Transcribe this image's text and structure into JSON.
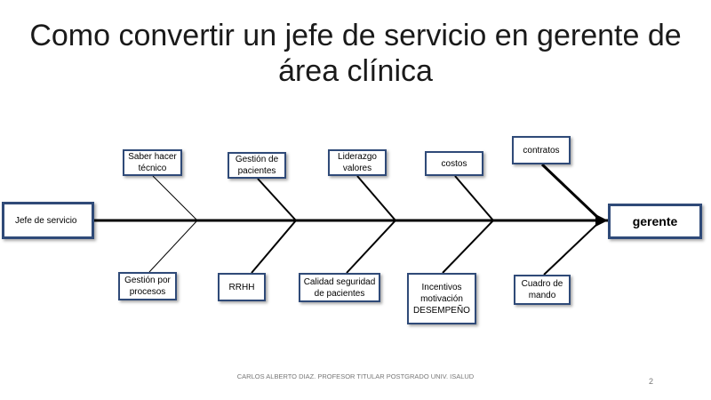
{
  "title": "Como convertir un jefe de servicio en gerente de área clínica",
  "diagram": {
    "start": "Jefe de servicio",
    "end": "gerente",
    "top_causes": [
      "Saber hacer técnico",
      "Gestión de pacientes",
      "Liderazgo valores",
      "costos",
      "contratos"
    ],
    "bottom_causes": [
      "Gestión por procesos",
      "RRHH",
      "Calidad seguridad de pacientes",
      "Incentivos motivación DESEMPEÑO",
      "Cuadro de mando"
    ]
  },
  "footer": {
    "credit": "CARLOS ALBERTO DIAZ. PROFESOR TITULAR POSTGRADO UNIV. ISALUD",
    "page_number": "2"
  }
}
